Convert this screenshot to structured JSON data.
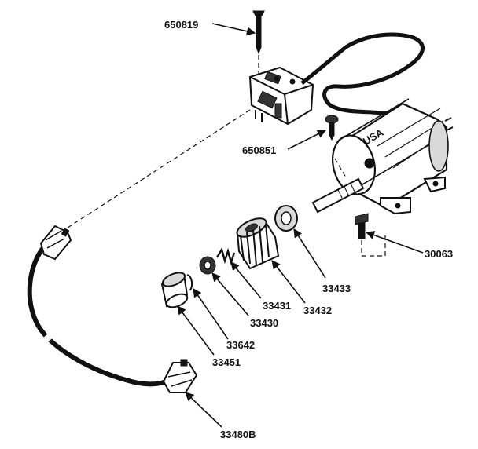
{
  "labels": {
    "screw": "650819",
    "switch": "",
    "screw_small": "650851",
    "ground_screw": "30063",
    "thrust_washer": "33433",
    "pinion_gear": "33432",
    "spring": "33431",
    "stop_nut": "33430",
    "retainer": "33642",
    "cap": "33451",
    "cord": "33480B"
  },
  "colors": {
    "ink": "#111111",
    "background": "#ffffff"
  }
}
